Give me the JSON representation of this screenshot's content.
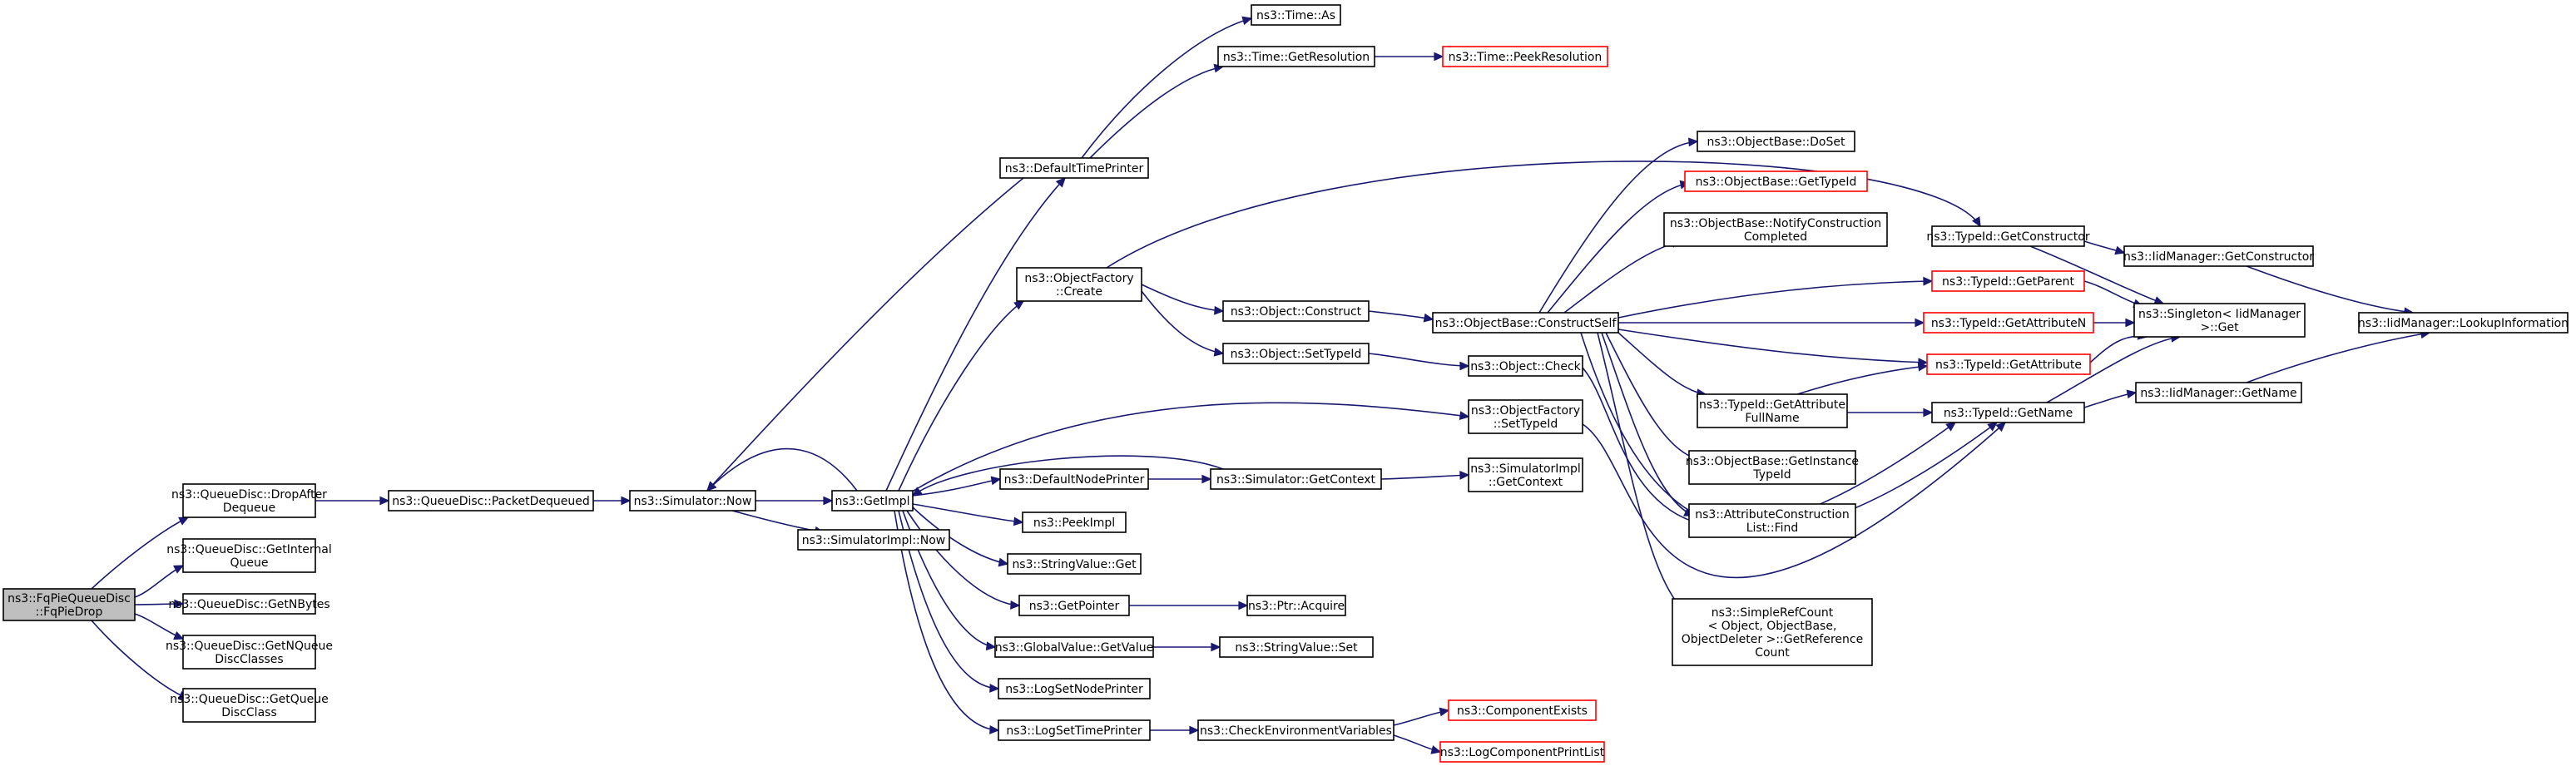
{
  "diagram": {
    "type": "call-graph",
    "colors": {
      "edge": "#191970",
      "root_fill": "#bfbfbf",
      "node_border": "#000000",
      "missing_border": "#ff0000"
    },
    "nodes": [
      {
        "id": "root",
        "lines": [
          "ns3::FqPieQueueDisc",
          "::FqPieDrop"
        ],
        "root": true
      },
      {
        "id": "drop_after",
        "lines": [
          "ns3::QueueDisc::DropAfter",
          "Dequeue"
        ]
      },
      {
        "id": "get_internal",
        "lines": [
          "ns3::QueueDisc::GetInternal",
          "Queue"
        ]
      },
      {
        "id": "get_nbytes",
        "lines": [
          "ns3::QueueDisc::GetNBytes"
        ]
      },
      {
        "id": "get_nqdc",
        "lines": [
          "ns3::QueueDisc::GetNQueue",
          "DiscClasses"
        ]
      },
      {
        "id": "get_qdc",
        "lines": [
          "ns3::QueueDisc::GetQueue",
          "DiscClass"
        ]
      },
      {
        "id": "pkt_dequeued",
        "lines": [
          "ns3::QueueDisc::PacketDequeued"
        ]
      },
      {
        "id": "sim_now",
        "lines": [
          "ns3::Simulator::Now"
        ]
      },
      {
        "id": "get_impl",
        "lines": [
          "ns3::GetImpl"
        ]
      },
      {
        "id": "simimpl_now",
        "lines": [
          "ns3::SimulatorImpl::Now"
        ]
      },
      {
        "id": "default_time_printer",
        "lines": [
          "ns3::DefaultTimePrinter"
        ]
      },
      {
        "id": "time_as",
        "lines": [
          "ns3::Time::As"
        ]
      },
      {
        "id": "time_getres",
        "lines": [
          "ns3::Time::GetResolution"
        ]
      },
      {
        "id": "time_peekres",
        "lines": [
          "ns3::Time::PeekResolution"
        ],
        "missing": true
      },
      {
        "id": "of_create",
        "lines": [
          "ns3::ObjectFactory",
          "::Create"
        ]
      },
      {
        "id": "obj_construct",
        "lines": [
          "ns3::Object::Construct"
        ]
      },
      {
        "id": "obj_settypeid",
        "lines": [
          "ns3::Object::SetTypeId"
        ]
      },
      {
        "id": "ob_constructself",
        "lines": [
          "ns3::ObjectBase::ConstructSelf"
        ]
      },
      {
        "id": "ob_doset",
        "lines": [
          "ns3::ObjectBase::DoSet"
        ]
      },
      {
        "id": "ob_gettypeid",
        "lines": [
          "ns3::ObjectBase::GetTypeId"
        ],
        "missing": true
      },
      {
        "id": "ob_notify",
        "lines": [
          "ns3::ObjectBase::NotifyConstruction",
          "Completed"
        ]
      },
      {
        "id": "obj_check",
        "lines": [
          "ns3::Object::Check"
        ]
      },
      {
        "id": "of_settypeid",
        "lines": [
          "ns3::ObjectFactory",
          "::SetTypeId"
        ]
      },
      {
        "id": "default_node_printer",
        "lines": [
          "ns3::DefaultNodePrinter"
        ]
      },
      {
        "id": "sim_getcontext",
        "lines": [
          "ns3::Simulator::GetContext"
        ]
      },
      {
        "id": "simimpl_getcontext",
        "lines": [
          "ns3::SimulatorImpl",
          "::GetContext"
        ]
      },
      {
        "id": "peek_impl",
        "lines": [
          "ns3::PeekImpl"
        ]
      },
      {
        "id": "stringvalue_get",
        "lines": [
          "ns3::StringValue::Get"
        ]
      },
      {
        "id": "get_pointer",
        "lines": [
          "ns3::GetPointer"
        ]
      },
      {
        "id": "ptr_acquire",
        "lines": [
          "ns3::Ptr::Acquire"
        ]
      },
      {
        "id": "globalvalue_getvalue",
        "lines": [
          "ns3::GlobalValue::GetValue"
        ]
      },
      {
        "id": "stringvalue_set",
        "lines": [
          "ns3::StringValue::Set"
        ]
      },
      {
        "id": "log_set_node_printer",
        "lines": [
          "ns3::LogSetNodePrinter"
        ]
      },
      {
        "id": "log_set_time_printer",
        "lines": [
          "ns3::LogSetTimePrinter"
        ]
      },
      {
        "id": "check_env_vars",
        "lines": [
          "ns3::CheckEnvironmentVariables"
        ]
      },
      {
        "id": "component_exists",
        "lines": [
          "ns3::ComponentExists"
        ],
        "missing": true
      },
      {
        "id": "log_component_print_list",
        "lines": [
          "ns3::LogComponentPrintList"
        ],
        "missing": true
      },
      {
        "id": "typeid_getconstructor",
        "lines": [
          "ns3::TypeId::GetConstructor"
        ]
      },
      {
        "id": "iidmgr_getconstructor",
        "lines": [
          "ns3::IidManager::GetConstructor"
        ]
      },
      {
        "id": "iidmgr_lookupinfo",
        "lines": [
          "ns3::IidManager::LookupInformation"
        ]
      },
      {
        "id": "typeid_getparent",
        "lines": [
          "ns3::TypeId::GetParent"
        ],
        "missing": true
      },
      {
        "id": "singleton_get",
        "lines": [
          "ns3::Singleton< IidManager",
          ">::Get"
        ]
      },
      {
        "id": "typeid_getattributen",
        "lines": [
          "ns3::TypeId::GetAttributeN"
        ],
        "missing": true
      },
      {
        "id": "typeid_getattribute",
        "lines": [
          "ns3::TypeId::GetAttribute"
        ],
        "missing": true
      },
      {
        "id": "typeid_getattrfullname",
        "lines": [
          "ns3::TypeId::GetAttribute",
          "FullName"
        ]
      },
      {
        "id": "typeid_getname",
        "lines": [
          "ns3::TypeId::GetName"
        ]
      },
      {
        "id": "iidmgr_getname",
        "lines": [
          "ns3::IidManager::GetName"
        ]
      },
      {
        "id": "ob_getinstancetypeid",
        "lines": [
          "ns3::ObjectBase::GetInstance",
          "TypeId"
        ]
      },
      {
        "id": "attrconstructionlist_find",
        "lines": [
          "ns3::AttributeConstruction",
          "List::Find"
        ]
      },
      {
        "id": "simplerefcount",
        "lines": [
          "ns3::SimpleRefCount",
          "< Object, ObjectBase,",
          "ObjectDeleter >::GetReference",
          "Count"
        ]
      }
    ]
  }
}
